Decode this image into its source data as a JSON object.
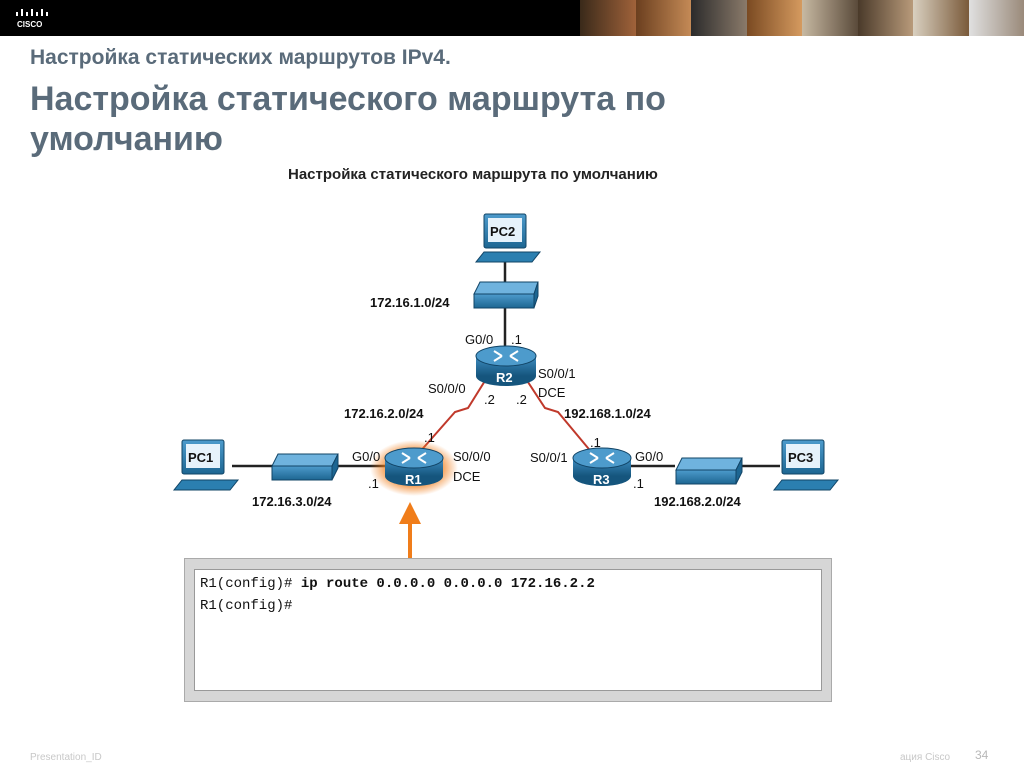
{
  "header": {
    "logo_text": "CISCO",
    "photo_count": 8
  },
  "slide": {
    "subtitle": "Настройка статических маршрутов IPv4.",
    "title": "Настройка статического маршрута по умолчанию"
  },
  "diagram": {
    "heading": "Настройка статического маршрута по умолчанию",
    "devices": {
      "pc1": "PC1",
      "pc2": "PC2",
      "pc3": "PC3",
      "r1": "R1",
      "r2": "R2",
      "r3": "R3"
    },
    "networks": {
      "lan_r2": "172.16.1.0/24",
      "wan_r1_r2": "172.16.2.0/24",
      "wan_r2_r3": "192.168.1.0/24",
      "lan_r1": "172.16.3.0/24",
      "lan_r3": "192.168.2.0/24"
    },
    "interfaces": {
      "r2_g00": "G0/0",
      "r2_g00_ip": ".1",
      "r2_s000": "S0/0/0",
      "r2_s000_ip": ".2",
      "r2_s001": "S0/0/1",
      "r2_s001_dce": "DCE",
      "r2_s001_ip": ".2",
      "r1_s000_ip": ".1",
      "r1_g00": "G0/0",
      "r1_g00_ip": ".1",
      "r1_s000": "S0/0/0",
      "r1_s000_dce": "DCE",
      "r3_s001_ip": ".1",
      "r3_s001": "S0/0/1",
      "r3_g00": "G0/0",
      "r3_g00_ip": ".1"
    },
    "colors": {
      "router": "#1f6d99",
      "switch": "#2b7fb0",
      "wan_link": "#c0392b",
      "highlight": "#f07d1a"
    }
  },
  "console": {
    "lines": [
      {
        "prompt": "R1(config)#",
        "command": " ip route 0.0.0.0 0.0.0.0 172.16.2.2"
      },
      {
        "prompt": "R1(config)#",
        "command": ""
      }
    ]
  },
  "footer": {
    "left": "Presentation_ID",
    "right": "ация Cisco",
    "page": "34"
  }
}
